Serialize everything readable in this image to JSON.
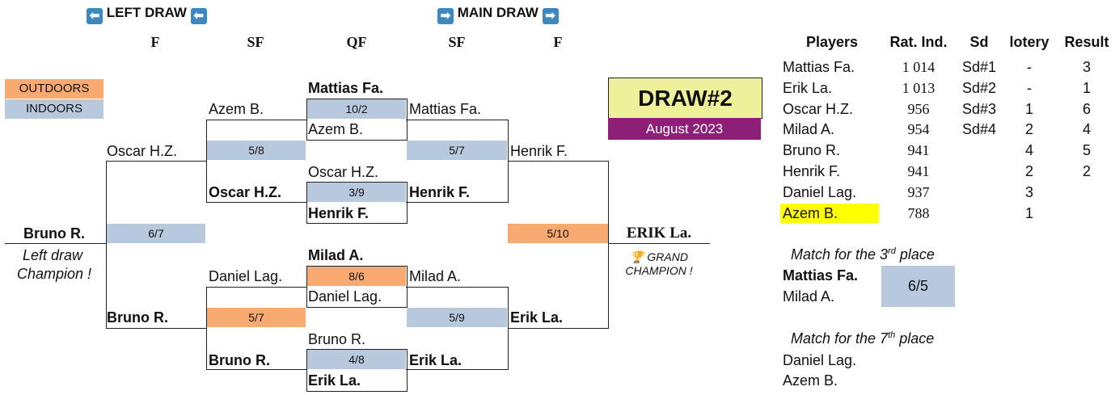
{
  "headers": {
    "left_draw": "LEFT DRAW",
    "main_draw": "MAIN DRAW",
    "arrow_left": "⬅",
    "arrow_right": "➡"
  },
  "rounds": {
    "col1": "F",
    "col2": "SF",
    "col3": "QF",
    "col4": "SF",
    "col5": "F"
  },
  "legend": {
    "outdoors": "OUTDOORS",
    "indoors": "INDOORS",
    "outdoors_color": "#f8aa70",
    "indoors_color": "#b8c8dd"
  },
  "draw_box": {
    "title": "DRAW#2",
    "month": "August 2023"
  },
  "bracket": {
    "qf1": {
      "top": "Mattias Fa.",
      "score": "10/2",
      "bottom": "Azem B."
    },
    "qf2": {
      "top": "Oscar H.Z.",
      "score": "3/9",
      "bottom": "Henrik F."
    },
    "qf3": {
      "top": "Milad A.",
      "score": "8/6",
      "bottom": "Daniel Lag."
    },
    "qf4": {
      "top": "Bruno R.",
      "score": "4/8",
      "bottom": "Erik La."
    },
    "left_sf1": {
      "top": "Azem B.",
      "score": "5/8",
      "bottom": "Oscar H.Z."
    },
    "left_sf2": {
      "top": "Daniel Lag.",
      "score": "5/7",
      "bottom": "Bruno R."
    },
    "left_f": {
      "top": "Oscar H.Z.",
      "score": "6/7",
      "bottom": "Bruno R."
    },
    "left_winner": "Bruno R.",
    "left_winner_caption_1": "Left draw",
    "left_winner_caption_2": "Champion !",
    "main_sf1": {
      "top": "Mattias Fa.",
      "score": "5/7",
      "bottom": "Henrik F."
    },
    "main_sf2": {
      "top": "Milad A.",
      "score": "5/9",
      "bottom": "Erik La."
    },
    "main_f": {
      "top": "Henrik F.",
      "score": "5/10",
      "bottom": "Erik La."
    },
    "main_winner": "ERIK La.",
    "trophy": "🏆",
    "grand_1": "GRAND",
    "grand_2": "CHAMPION !"
  },
  "table": {
    "headers": [
      "Players",
      "Rat. Ind.",
      "Sd",
      "lotery",
      "Result"
    ],
    "rows": [
      {
        "player": "Mattias Fa.",
        "rating": "1 014",
        "seed": "Sd#1",
        "lotery": "-",
        "result": "3"
      },
      {
        "player": "Erik La.",
        "rating": "1 013",
        "seed": "Sd#2",
        "lotery": "-",
        "result": "1"
      },
      {
        "player": "Oscar H.Z.",
        "rating": "956",
        "seed": "Sd#3",
        "lotery": "1",
        "result": "6"
      },
      {
        "player": "Milad A.",
        "rating": "954",
        "seed": "Sd#4",
        "lotery": "2",
        "result": "4"
      },
      {
        "player": "Bruno R.",
        "rating": "941",
        "seed": "",
        "lotery": "4",
        "result": "5"
      },
      {
        "player": "Henrik F.",
        "rating": "941",
        "seed": "",
        "lotery": "2",
        "result": "2"
      },
      {
        "player": "Daniel Lag.",
        "rating": "937",
        "seed": "",
        "lotery": "3",
        "result": ""
      },
      {
        "player": "Azem B.",
        "rating": "788",
        "seed": "",
        "lotery": "1",
        "result": ""
      }
    ],
    "highlight_color": "#ffff00"
  },
  "third_place": {
    "title_pre": "Match for the 3",
    "title_sup": "rd",
    "title_post": " place",
    "p1": "Mattias Fa.",
    "p2": "Milad A.",
    "score": "6/5"
  },
  "seventh_place": {
    "title_pre": "Match for the 7",
    "title_sup": "th",
    "title_post": " place",
    "p1": "Daniel Lag.",
    "p2": "Azem B."
  }
}
